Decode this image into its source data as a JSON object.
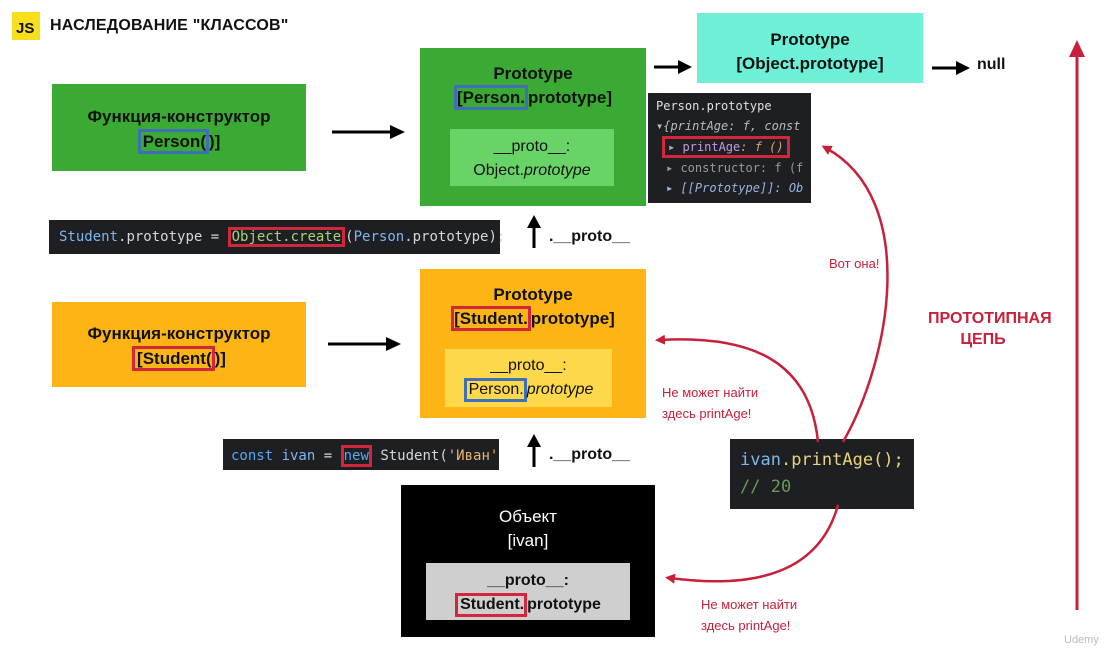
{
  "header": {
    "logo": "JS",
    "title": "НАСЛЕДОВАНИЕ \"КЛАССОВ\""
  },
  "object_proto": {
    "title": "Prototype",
    "name": "[Object.prototype]",
    "null_label": "null"
  },
  "person_ctor": {
    "line1": "Функция-конструктор",
    "name_open": "[",
    "name_hl": "Person(",
    "name_close": ")]"
  },
  "person_proto": {
    "title": "Prototype",
    "name_hl": "[Person.",
    "name_rest": "prototype]",
    "inner_proto": "__proto__:",
    "inner_obj": "Object.",
    "inner_obj_italic": "prototype"
  },
  "console": {
    "title": "Person.prototype",
    "line1": "▾{printAge: f, const",
    "line2_key": "printAge",
    "line2_val": ": f ()",
    "line3": "▸ constructor: f (f",
    "line4": "▸ [[Prototype]]: Ob"
  },
  "code_create": {
    "p1": "Student",
    "p2": ".prototype = ",
    "p3": "Object.create",
    "p4": "(",
    "p5": "Person",
    "p6": ".prototype);"
  },
  "proto_link_1": ".__proto__",
  "proto_link_2": ".__proto__",
  "student_ctor": {
    "line1": "Функция-конструктор",
    "name_open": "",
    "name_hl": "[Student(",
    "name_close": ")]"
  },
  "student_proto": {
    "title": "Prototype",
    "name_hl": "[Student.",
    "name_rest": "prototype]",
    "inner_proto": "__proto__:",
    "inner_obj": "Person.",
    "inner_obj_italic": "prototype"
  },
  "code_new": {
    "p1": "const ",
    "p2": "ivan",
    "p3": " = ",
    "p4": "new",
    "p5": " Student(",
    "p6": "'Иван'",
    "p7": ","
  },
  "ivan_obj": {
    "line1": "Объект",
    "line2": "[ivan]",
    "inner_proto": "__proto__:",
    "inner_hl": "Student.",
    "inner_rest": "prototype"
  },
  "code_call": {
    "p1": "ivan",
    "p2": ".printAge();",
    "comment": "// 20"
  },
  "annotations": {
    "found": "Вот она!",
    "not_found_1_l1": "Не может найти",
    "not_found_1_l2": "здесь printAge!",
    "not_found_2_l1": "Не может найти",
    "not_found_2_l2": "здесь printAge!",
    "chain_l1": "ПРОТОТИПНАЯ",
    "chain_l2": "ЦЕПЬ"
  },
  "watermark": "Udemy",
  "colors": {
    "green": "#3aaa35",
    "yellow": "#fcb515",
    "cyan": "#6ef0d6",
    "red": "#c8203a",
    "blue_highlight": "#3e6fb7",
    "red_highlight": "#d1263c"
  }
}
